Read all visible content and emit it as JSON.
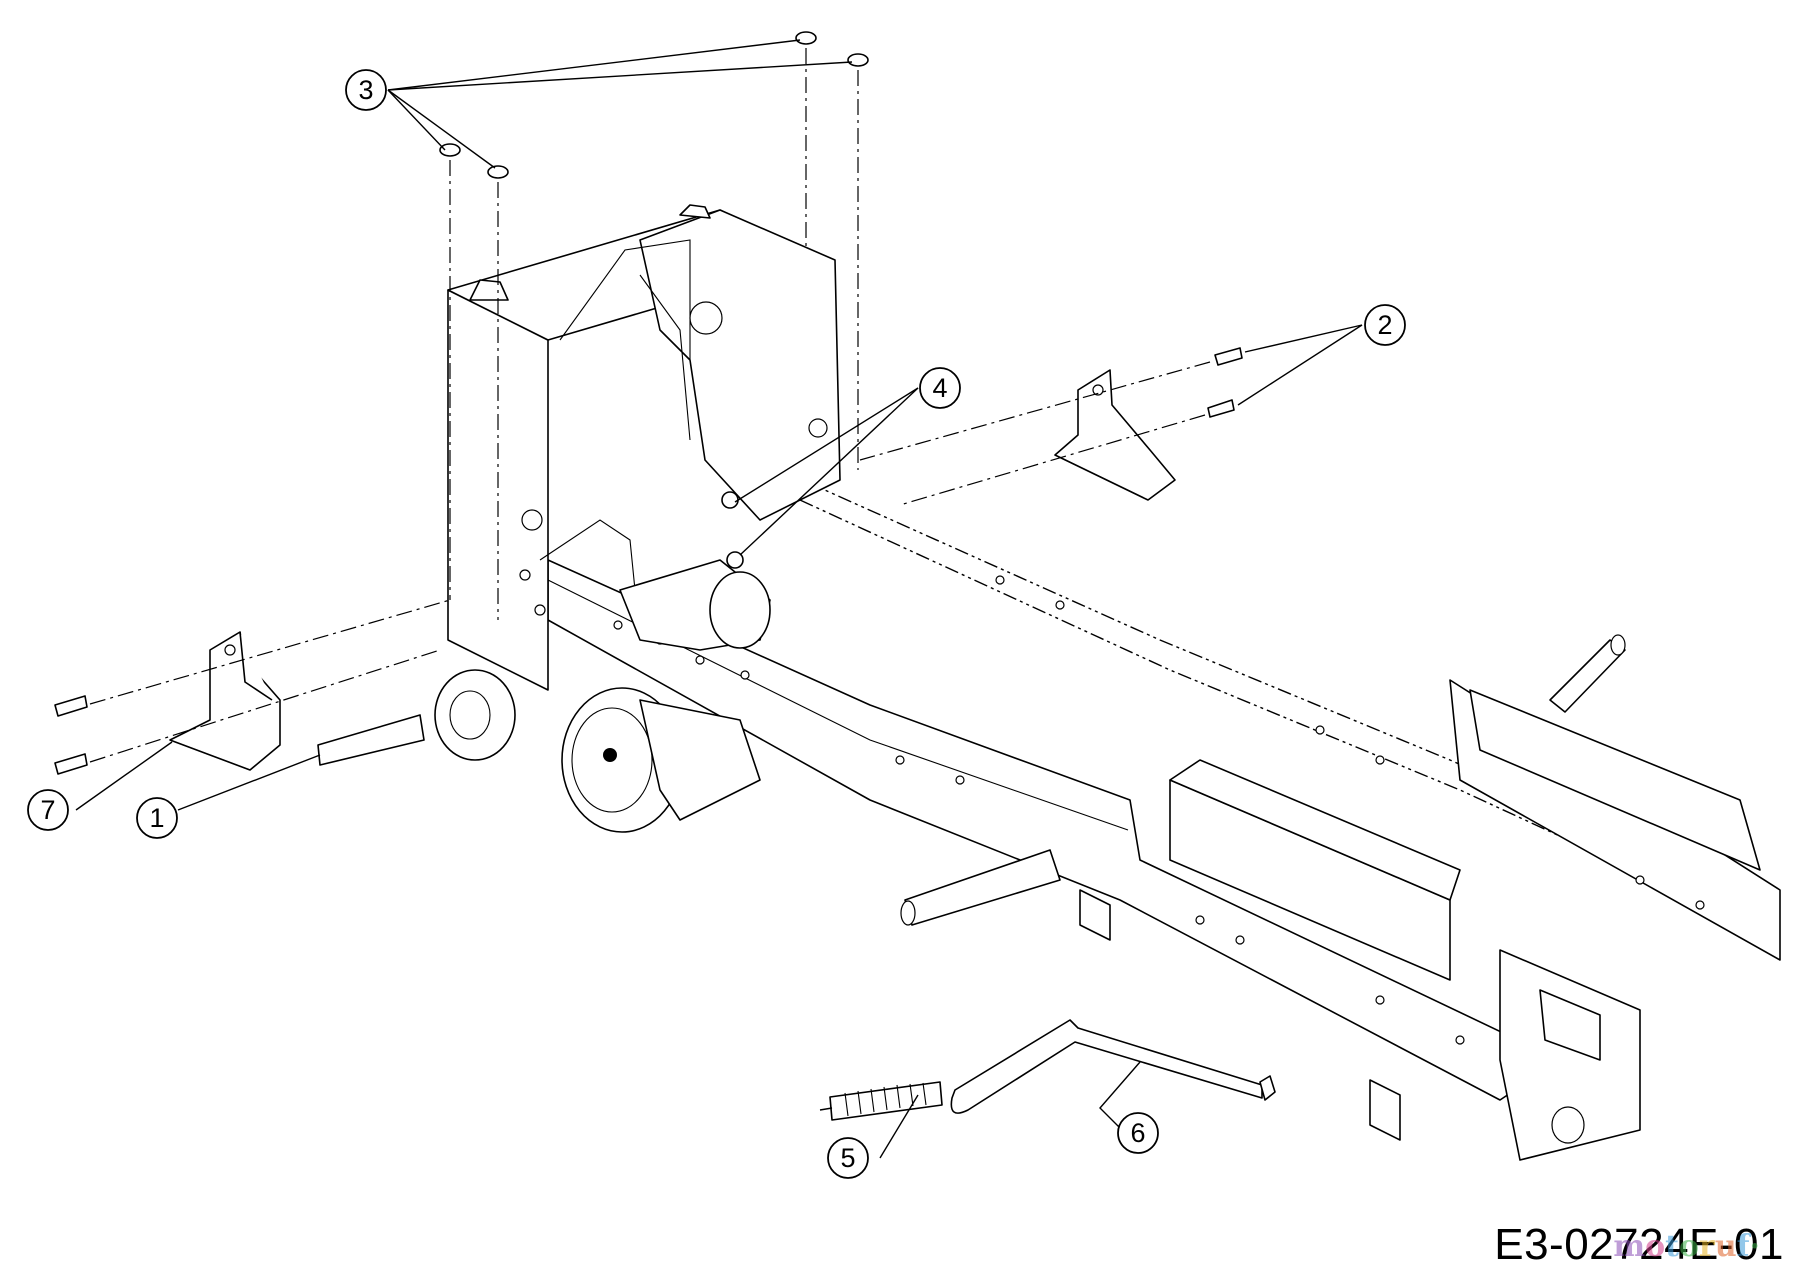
{
  "callouts": [
    {
      "label": "1"
    },
    {
      "label": "2"
    },
    {
      "label": "3"
    },
    {
      "label": "4"
    },
    {
      "label": "5"
    },
    {
      "label": "6"
    },
    {
      "label": "7"
    }
  ],
  "drawing_code": "E3-02724E-01",
  "watermark": "motoruf"
}
